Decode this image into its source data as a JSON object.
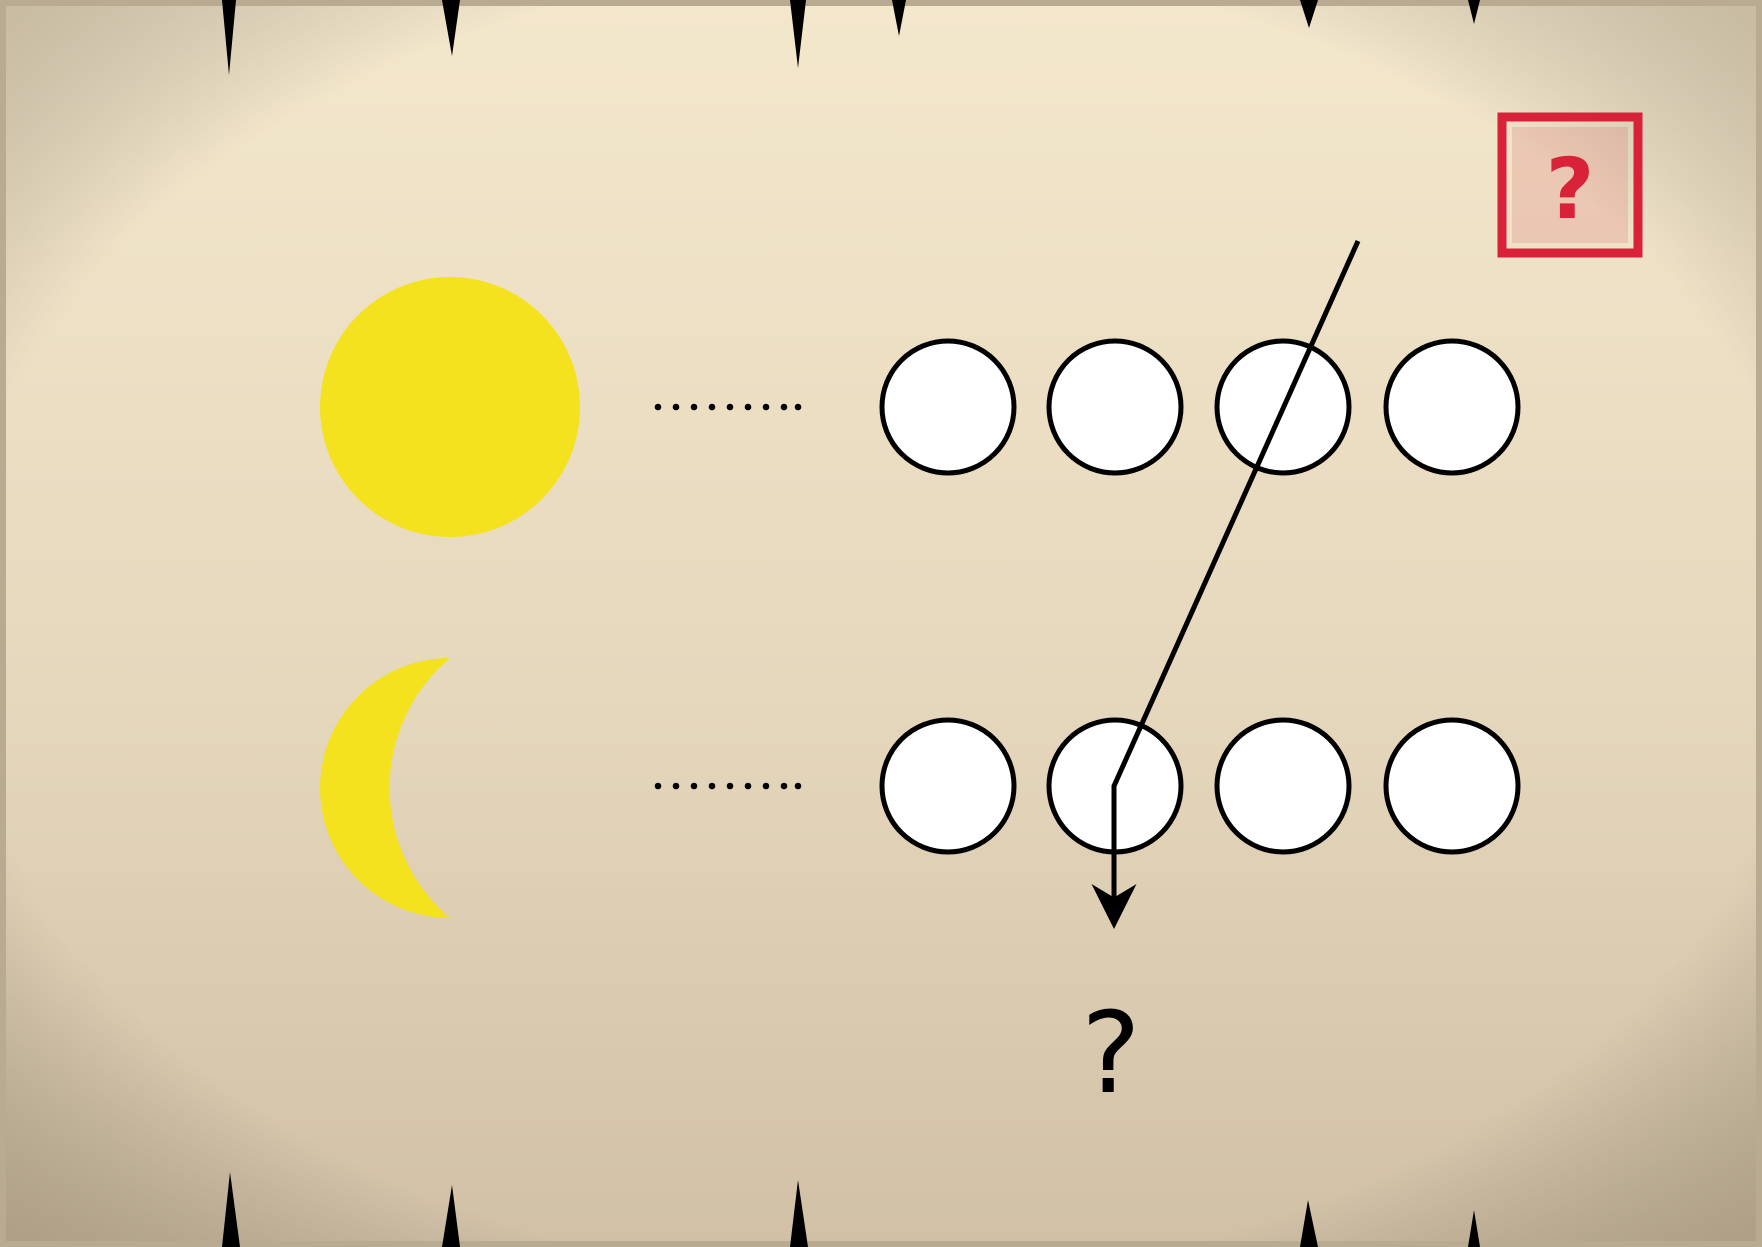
{
  "puzzle": {
    "answer_prompt": "?",
    "stamp": {
      "glyph": "?",
      "color": "#D8223A"
    },
    "colors": {
      "parchment_top": "#F3E7CC",
      "parchment_bottom": "#D3C2A8",
      "edge": "#B9AB92",
      "celestial_yellow": "#F4E21F",
      "circle_fill": "#FFFFFF",
      "line": "#000000"
    },
    "rows": [
      {
        "symbol": "full-sun",
        "circle_count": 4
      },
      {
        "symbol": "crescent-moon",
        "circle_count": 4
      }
    ],
    "path": {
      "from_row": 1,
      "from_circle": 3,
      "to_row": 2,
      "to_circle": 2,
      "then": "down"
    }
  }
}
